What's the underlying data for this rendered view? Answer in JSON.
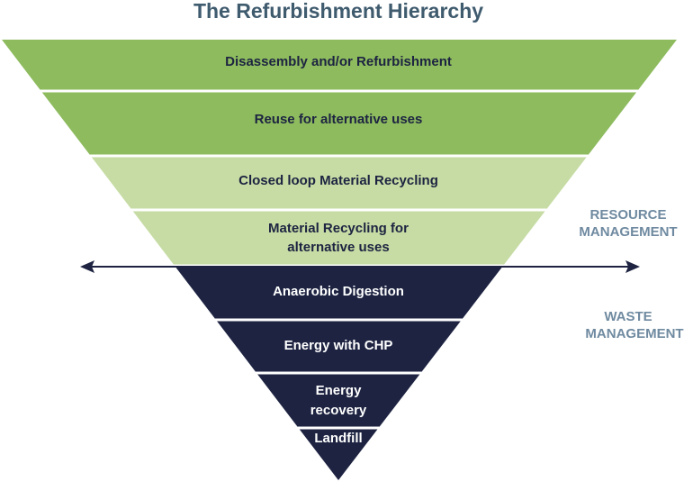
{
  "title": "The Refurbishment Hierarchy",
  "colors": {
    "title": "#3f5b6e",
    "dark_green": "#8dbb5e",
    "light_green": "#c6dca4",
    "navy": "#1d2341",
    "text_dark": "#1d2341",
    "text_light": "#ffffff",
    "side_label": "#6f8aa0",
    "divider": "#ffffff",
    "arrow": "#1d2341"
  },
  "tiers": [
    {
      "lines": [
        "Disassembly and/or Refurbishment"
      ],
      "style": "dark_green"
    },
    {
      "lines": [
        "Reuse for alternative uses"
      ],
      "style": "dark_green"
    },
    {
      "lines": [
        "Closed loop Material Recycling"
      ],
      "style": "light_green"
    },
    {
      "lines": [
        "Material Recycling for",
        "alternative uses"
      ],
      "style": "light_green"
    },
    {
      "lines": [
        "Anaerobic Digestion"
      ],
      "style": "navy"
    },
    {
      "lines": [
        "Energy with CHP"
      ],
      "style": "navy"
    },
    {
      "lines": [
        "Energy",
        "recovery"
      ],
      "style": "navy"
    },
    {
      "lines": [
        "Landfill"
      ],
      "style": "navy"
    }
  ],
  "side_labels": {
    "resource": [
      "RESOURCE",
      "MANAGEMENT"
    ],
    "waste": [
      "WASTE",
      "MANAGEMENT"
    ]
  },
  "icons": {
    "divider_arrow": "double-headed-arrow-icon"
  }
}
